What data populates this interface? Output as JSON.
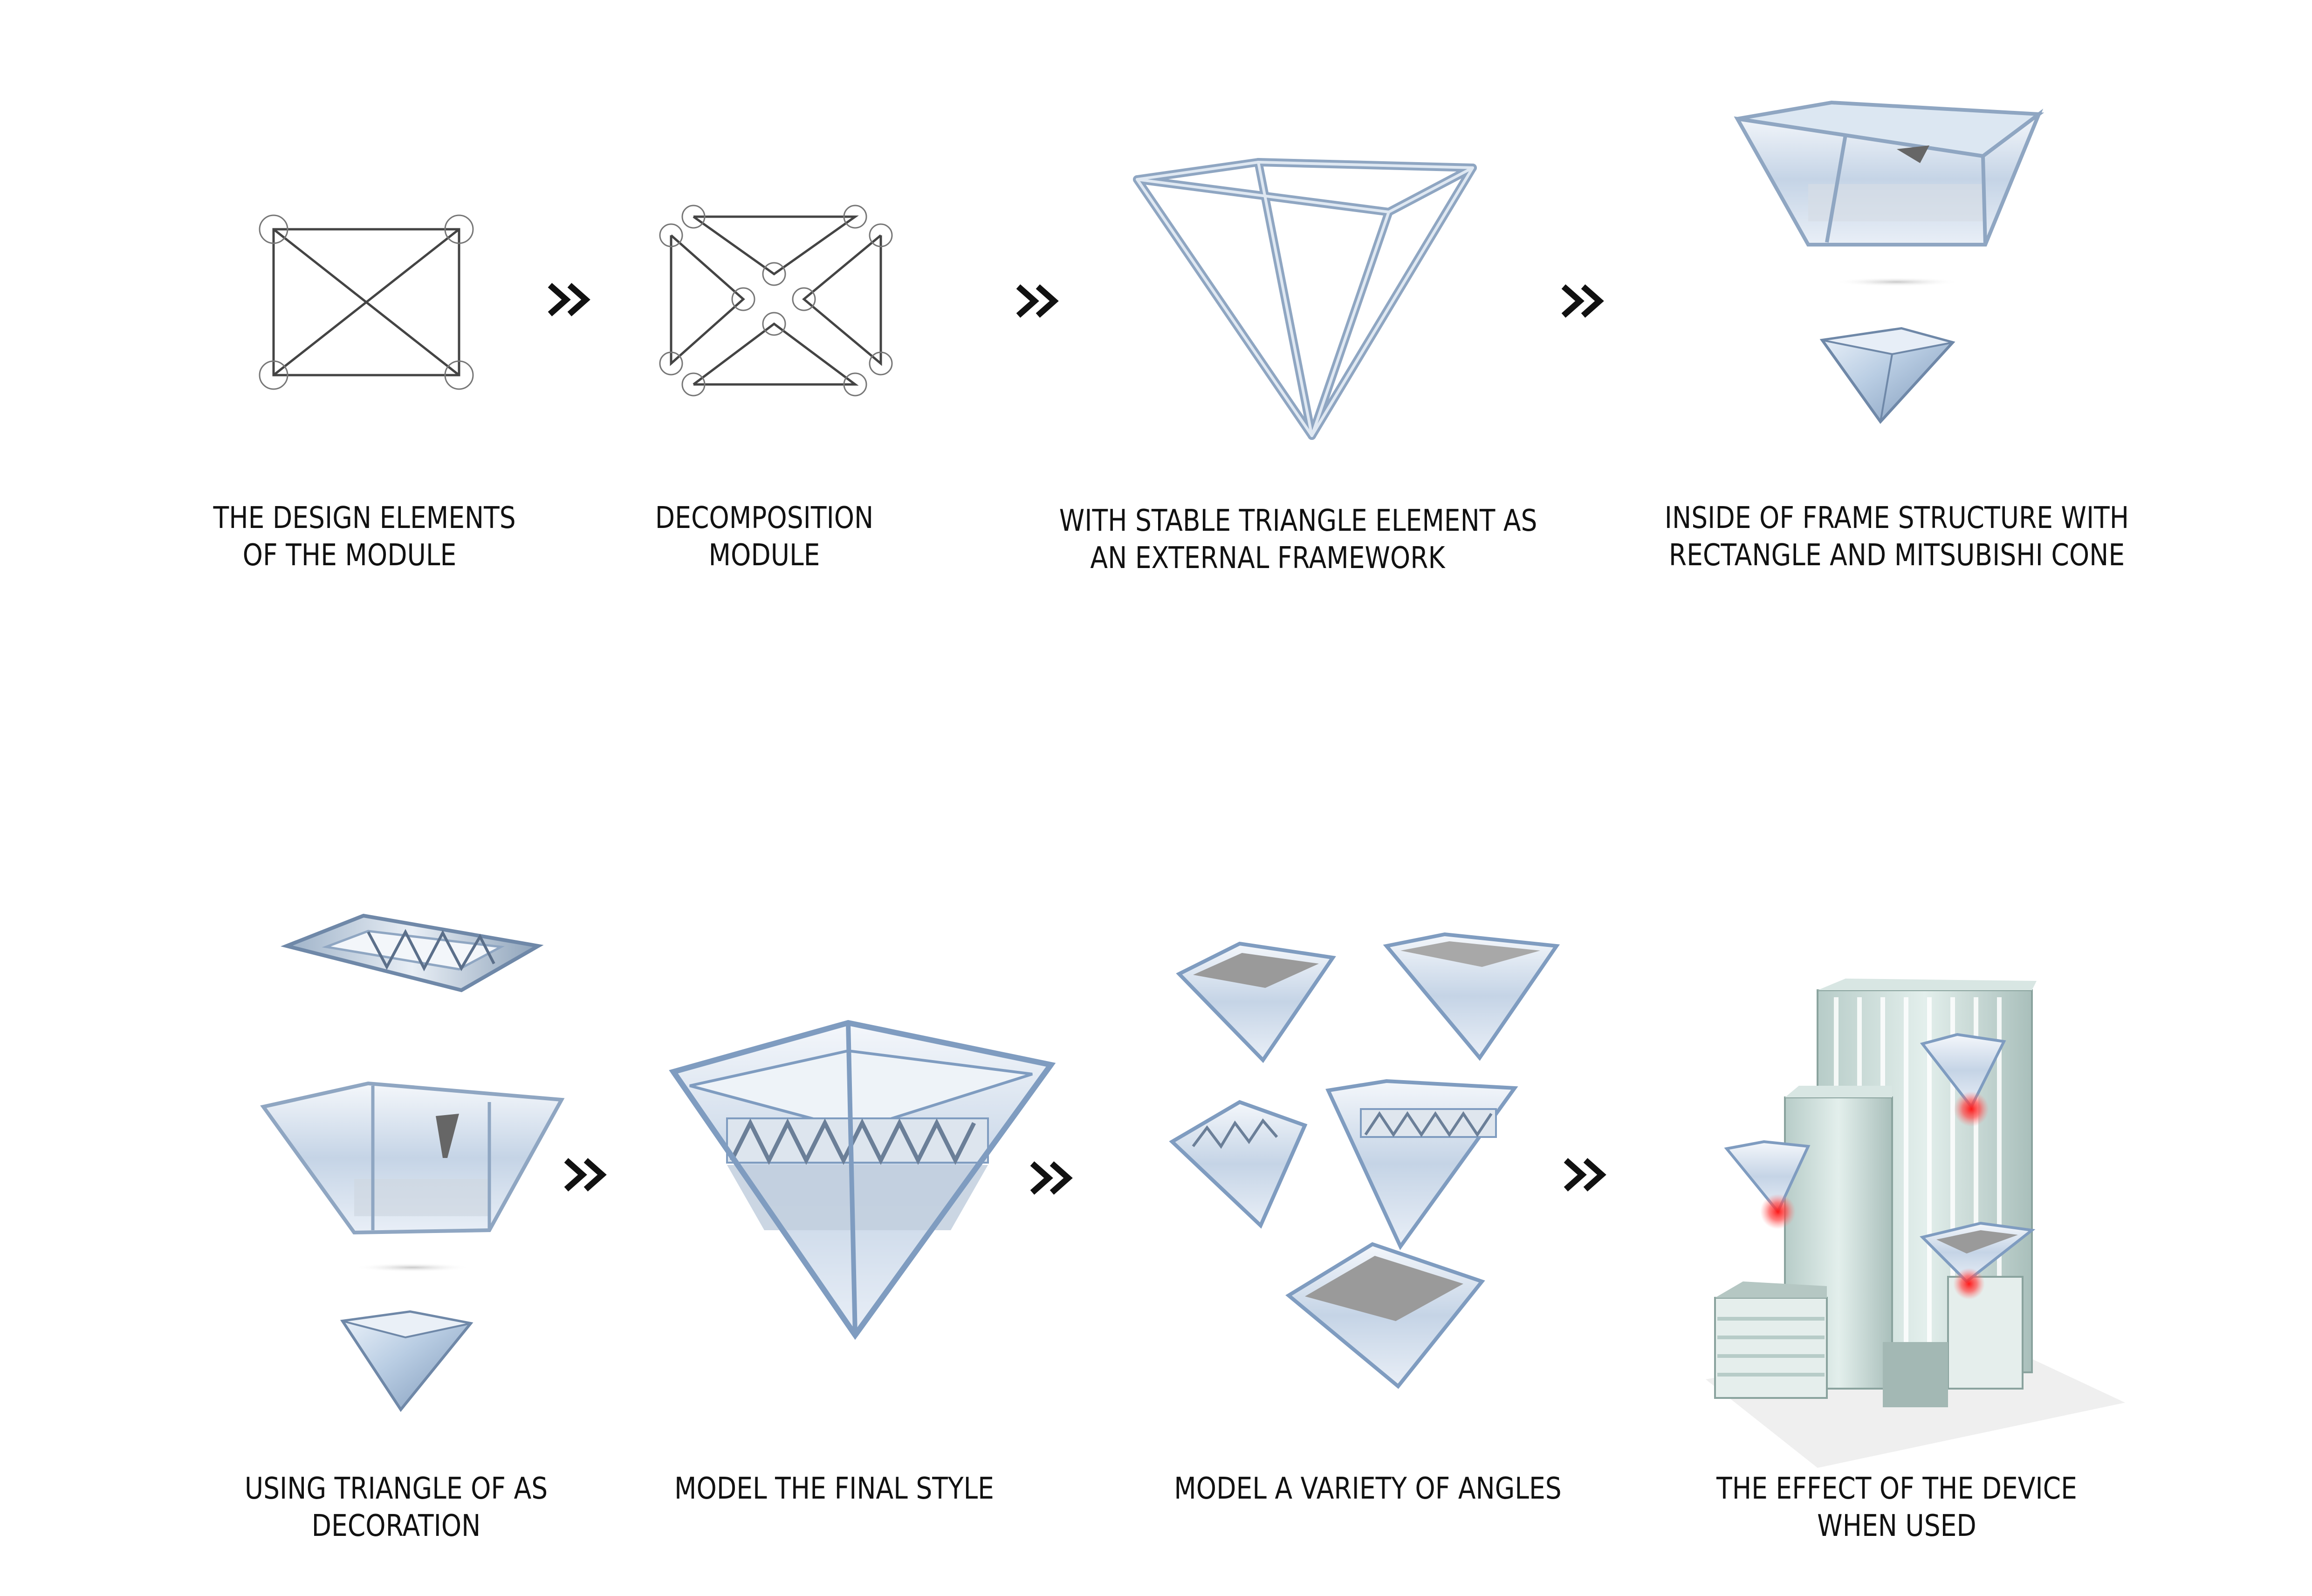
{
  "steps": [
    {
      "line1": "THE DESIGN ELEMENTS",
      "line2": "OF THE MODULE"
    },
    {
      "line1": "DECOMPOSITION",
      "line2": "MODULE"
    },
    {
      "line1": "WITH STABLE TRIANGLE ELEMENT AS",
      "line2": "AN EXTERNAL FRAMEWORK"
    },
    {
      "line1": "INSIDE  OF  FRAME  STRUCTURE  WITH",
      "line2": "RECTANGLE AND MITSUBISHI CONE"
    },
    {
      "line1": "USING TRIANGLE OF AS",
      "line2": "DECORATION"
    },
    {
      "line1": "MODEL THE FINAL STYLE",
      "line2": ""
    },
    {
      "line1": "MODEL A VARIETY OF ANGLES",
      "line2": ""
    },
    {
      "line1": "THE EFFECT OF THE DEVICE",
      "line2": "WHEN USED"
    }
  ],
  "arrow_icon": "double-chevron-right-icon",
  "colors": {
    "text": "#111111",
    "frame": "#7f9cc0",
    "glass": "#c9d9ec",
    "device_glow": "#e8202a",
    "building": "#cfe1dd"
  }
}
